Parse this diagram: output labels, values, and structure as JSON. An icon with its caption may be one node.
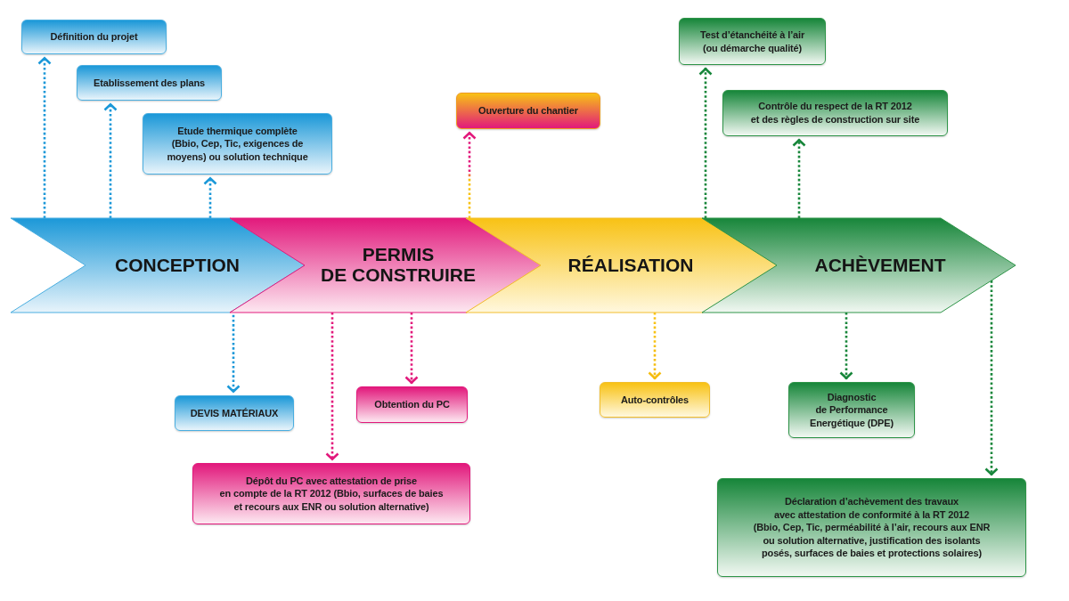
{
  "diagram": {
    "nodes": [
      {
        "text": [
          "Définition du projet"
        ]
      },
      {
        "text": [
          "Test d’étanchéité à l’air (ou démarche qualité)"
        ]
      },
      {
        "text": [
          "Etablissement des plans"
        ]
      },
      {
        "text": [
          "Contrôle du respect de la RT 2012 et des règles de construction sur site"
        ]
      },
      {
        "text": [
          "Ouverture du chantier"
        ]
      },
      {
        "text": [
          "Etude thermique complète (Bbio, Cep, Tic, exigences de moyens) ou solution technique"
        ]
      },
      {
        "text": [
          "CONCEPTION"
        ]
      },
      {
        "text": [
          "PERMIS DE CONSTRUIRE"
        ]
      },
      {
        "text": [
          "RÉALISATION"
        ]
      },
      {
        "text": [
          "ACHÈVEMENT"
        ]
      },
      {
        "text": [
          "DEVIS MATÉRIAUX"
        ]
      },
      {
        "text": [
          "Obtention du PC"
        ]
      },
      {
        "text": [
          "Auto-contrôles"
        ]
      },
      {
        "text": [
          "Diagnostic de Performance Energétique (DPE)"
        ]
      },
      {
        "text": [
          "Dépôt du PC avec attestation de prise en compte de la RT 2012 (Bbio, surfaces de baies et recours aux ENR ou solution alternative)"
        ]
      },
      {
        "text": [
          "Déclaration d’achèvement des travaux avec attestation de conformité à la RT 2012 (Bbio, Cep, Tic, perméabilité à l’air, recours aux ENR ou solution alternative, justification des isolants posés, surfaces de baies et protections solaires)"
        ]
      }
    ],
    "edges": [
      {
        "from": 6,
        "to": 0,
        "arrow": "to",
        "style": "dashed",
        "color": "#1b98d8"
      },
      {
        "from": 6,
        "to": 2,
        "arrow": "to",
        "style": "dashed",
        "color": "#1b98d8"
      },
      {
        "from": 6,
        "to": 5,
        "arrow": "to",
        "style": "dashed",
        "color": "#1b98d8"
      },
      {
        "from": 6,
        "to": 10,
        "arrow": "to",
        "style": "dashed",
        "color": "#1b98d8"
      },
      {
        "from": 7,
        "to": 14,
        "arrow": "to",
        "style": "dashed",
        "color": "#e2197c"
      },
      {
        "from": 7,
        "to": 11,
        "arrow": "to",
        "style": "dashed",
        "color": "#e2197c"
      },
      {
        "from": 8,
        "to": 4,
        "arrow": "to",
        "style": "dashed",
        "color": "#e2197c"
      },
      {
        "from": 8,
        "to": 12,
        "arrow": "to",
        "style": "dashed",
        "color": "#f5bd0f"
      },
      {
        "from": 9,
        "to": 1,
        "arrow": "to",
        "style": "dashed",
        "color": "#17863a"
      },
      {
        "from": 9,
        "to": 3,
        "arrow": "to",
        "style": "dashed",
        "color": "#17863a"
      },
      {
        "from": 9,
        "to": 13,
        "arrow": "to",
        "style": "dashed",
        "color": "#17863a"
      },
      {
        "from": 9,
        "to": 15,
        "arrow": "to",
        "style": "dashed",
        "color": "#17863a"
      }
    ]
  }
}
